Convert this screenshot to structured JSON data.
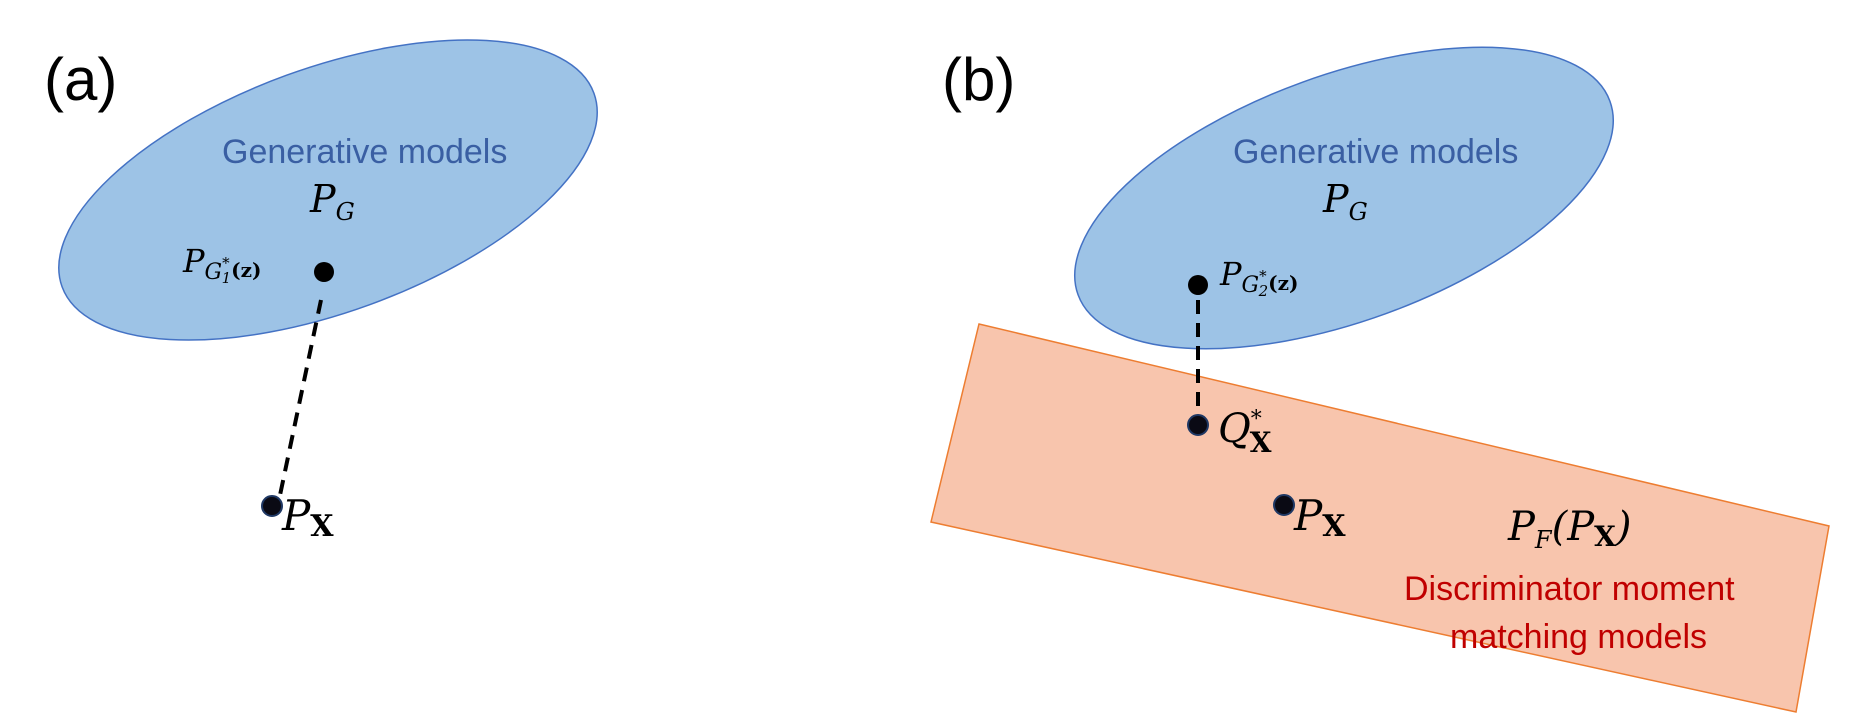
{
  "colors": {
    "ellipse_fill": "#9dc3e6",
    "ellipse_stroke": "#4472c4",
    "rect_fill": "#f8c5ad",
    "rect_stroke": "#ed7d31",
    "blue_text": "#3a5fa3",
    "red_text": "#c00000",
    "point": "#000000"
  },
  "panel_a": {
    "label": "(a)",
    "region_title": "Generative models",
    "region_symbol": {
      "main": "P",
      "sub": "G"
    },
    "generator_point": {
      "main": "P",
      "sub_base": "G",
      "sub_sup": "*",
      "sub_idx": "1",
      "sub_arg": "(z)"
    },
    "data_point": {
      "main": "P",
      "sub": "X"
    }
  },
  "panel_b": {
    "label": "(b)",
    "region_title": "Generative models",
    "region_symbol": {
      "main": "P",
      "sub": "G"
    },
    "generator_point": {
      "main": "P",
      "sub_base": "G",
      "sub_sup": "*",
      "sub_idx": "2",
      "sub_arg": "(z)"
    },
    "projection_point": {
      "main": "Q",
      "sup": "*",
      "sub": "X"
    },
    "data_point": {
      "main": "P",
      "sub": "X"
    },
    "moment_symbol": {
      "main": "P",
      "sub": "F",
      "arg_open": "(",
      "arg_main": "P",
      "arg_sub": "X",
      "arg_close": ")"
    },
    "moment_title_line1": "Discriminator moment",
    "moment_title_line2": "matching models"
  }
}
